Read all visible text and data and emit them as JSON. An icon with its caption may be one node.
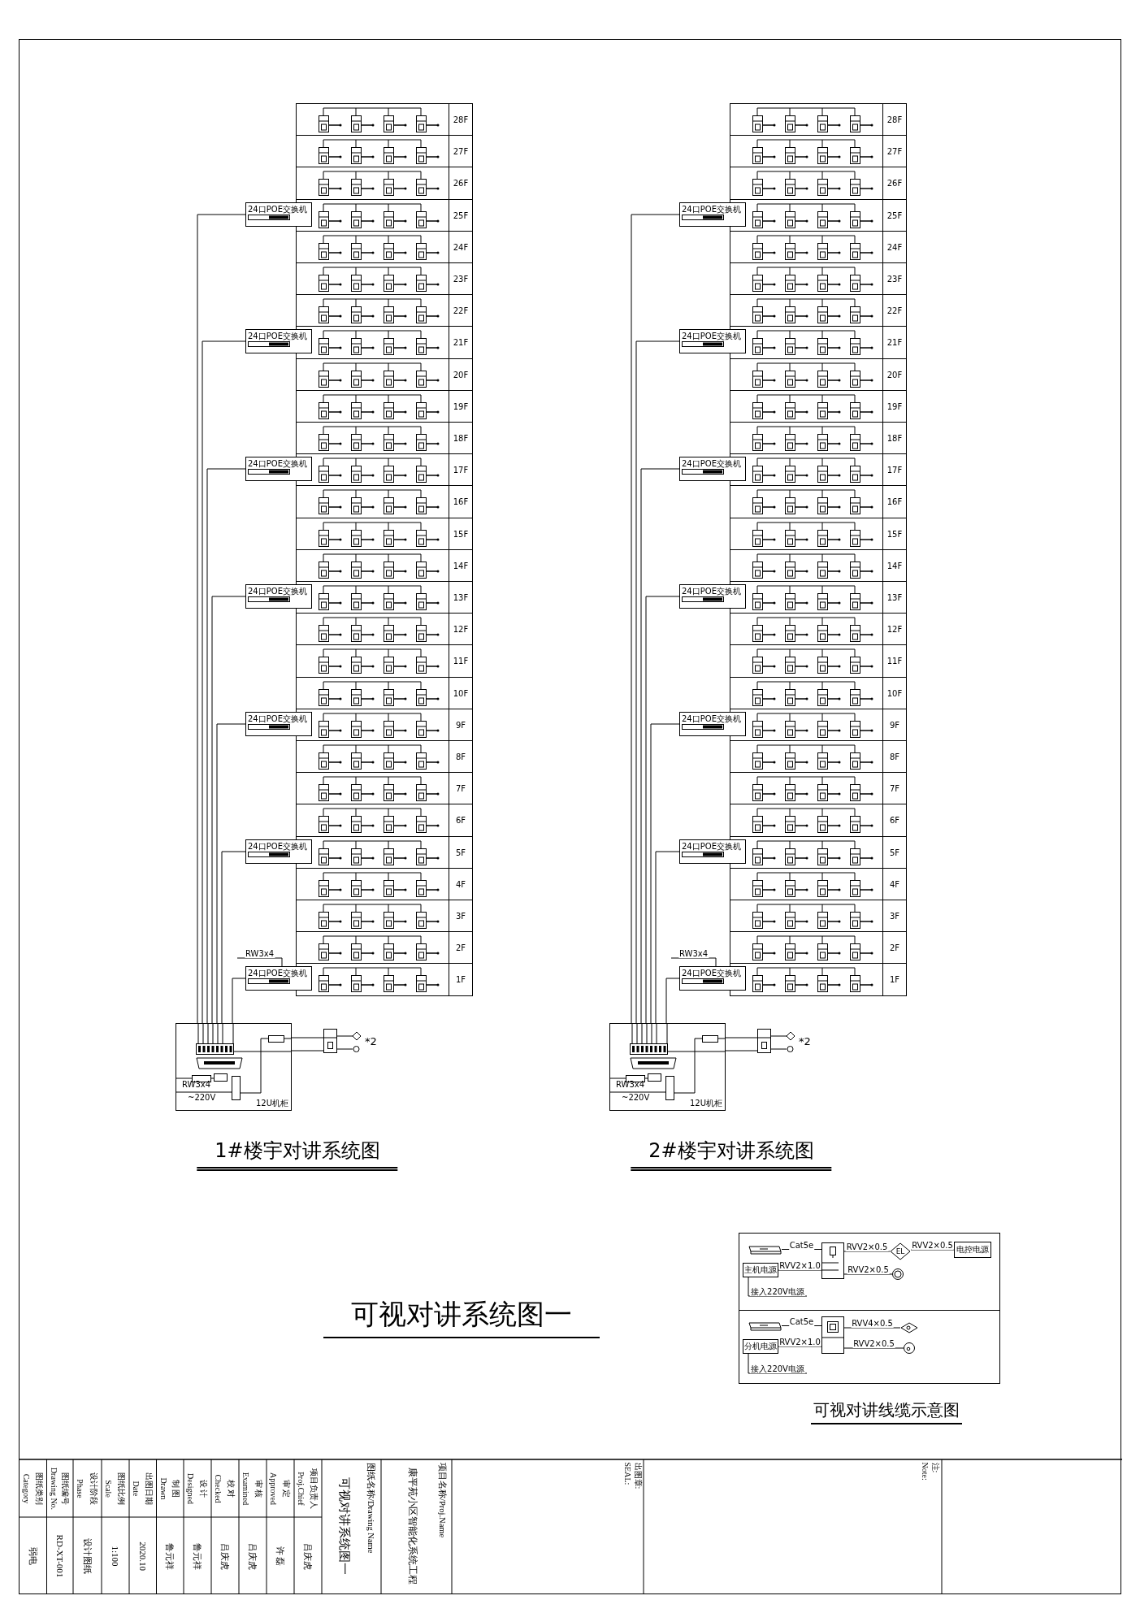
{
  "diagram": {
    "title": "可视对讲系统图一",
    "nodes": [
      {
        "text": [
          "28F"
        ]
      },
      {
        "text": [
          "27F"
        ]
      },
      {
        "text": [
          "26F"
        ]
      },
      {
        "text": [
          "25F"
        ]
      },
      {
        "text": [
          "24F"
        ]
      },
      {
        "text": [
          "23F"
        ]
      },
      {
        "text": [
          "22F"
        ]
      },
      {
        "text": [
          "21F"
        ]
      },
      {
        "text": [
          "20F"
        ]
      },
      {
        "text": [
          "19F"
        ]
      },
      {
        "text": [
          "18F"
        ]
      },
      {
        "text": [
          "17F"
        ]
      },
      {
        "text": [
          "16F"
        ]
      },
      {
        "text": [
          "15F"
        ]
      },
      {
        "text": [
          "14F"
        ]
      },
      {
        "text": [
          "13F"
        ]
      },
      {
        "text": [
          "12F"
        ]
      },
      {
        "text": [
          "11F"
        ]
      },
      {
        "text": [
          "10F"
        ]
      },
      {
        "text": [
          "9F"
        ]
      },
      {
        "text": [
          "8F"
        ]
      },
      {
        "text": [
          "7F"
        ]
      },
      {
        "text": [
          "6F"
        ]
      },
      {
        "text": [
          "5F"
        ]
      },
      {
        "text": [
          "4F"
        ]
      },
      {
        "text": [
          "3F"
        ]
      },
      {
        "text": [
          "2F"
        ]
      },
      {
        "text": [
          "1F"
        ]
      },
      {
        "text": [
          "24口POE交换机"
        ]
      },
      {
        "text": [
          "24口POE交换机"
        ]
      },
      {
        "text": [
          "24口POE交换机"
        ]
      },
      {
        "text": [
          "24口POE交换机"
        ]
      },
      {
        "text": [
          "24口POE交换机"
        ]
      },
      {
        "text": [
          "24口POE交换机"
        ]
      },
      {
        "text": [
          "24口POE交换机"
        ]
      },
      {
        "text": [
          "12U机柜"
        ]
      },
      {
        "text": [],
        "shape": "box",
        "beside": [
          "*2"
        ]
      },
      {
        "text": [
          "28F"
        ]
      },
      {
        "text": [
          "27F"
        ]
      },
      {
        "text": [
          "26F"
        ]
      },
      {
        "text": [
          "25F"
        ]
      },
      {
        "text": [
          "24F"
        ]
      },
      {
        "text": [
          "23F"
        ]
      },
      {
        "text": [
          "22F"
        ]
      },
      {
        "text": [
          "21F"
        ]
      },
      {
        "text": [
          "20F"
        ]
      },
      {
        "text": [
          "19F"
        ]
      },
      {
        "text": [
          "18F"
        ]
      },
      {
        "text": [
          "17F"
        ]
      },
      {
        "text": [
          "16F"
        ]
      },
      {
        "text": [
          "15F"
        ]
      },
      {
        "text": [
          "14F"
        ]
      },
      {
        "text": [
          "13F"
        ]
      },
      {
        "text": [
          "12F"
        ]
      },
      {
        "text": [
          "11F"
        ]
      },
      {
        "text": [
          "10F"
        ]
      },
      {
        "text": [
          "9F"
        ]
      },
      {
        "text": [
          "8F"
        ]
      },
      {
        "text": [
          "7F"
        ]
      },
      {
        "text": [
          "6F"
        ]
      },
      {
        "text": [
          "5F"
        ]
      },
      {
        "text": [
          "4F"
        ]
      },
      {
        "text": [
          "3F"
        ]
      },
      {
        "text": [
          "2F"
        ]
      },
      {
        "text": [
          "1F"
        ]
      },
      {
        "text": [
          "24口POE交换机"
        ]
      },
      {
        "text": [
          "24口POE交换机"
        ]
      },
      {
        "text": [
          "24口POE交换机"
        ]
      },
      {
        "text": [
          "24口POE交换机"
        ]
      },
      {
        "text": [
          "24口POE交换机"
        ]
      },
      {
        "text": [
          "24口POE交换机"
        ]
      },
      {
        "text": [
          "24口POE交换机"
        ]
      },
      {
        "text": [
          "12U机柜"
        ]
      },
      {
        "text": [],
        "shape": "box",
        "beside": [
          "*2"
        ]
      },
      {
        "text": [],
        "shape": "picture"
      },
      {
        "text": [
          "主机电源"
        ]
      },
      {
        "text": [],
        "shape": "box"
      },
      {
        "text": [
          "EL"
        ]
      },
      {
        "text": [
          "电控电源"
        ]
      },
      {
        "text": [],
        "shape": "circle"
      },
      {
        "text": [],
        "shape": "picture"
      },
      {
        "text": [
          "分机电源"
        ]
      },
      {
        "text": [],
        "shape": "box"
      },
      {
        "text": [],
        "shape": "diamond"
      },
      {
        "text": [],
        "shape": "circle"
      }
    ],
    "edges": [
      {
        "from": 28,
        "to": 35,
        "arrow": "none"
      },
      {
        "from": 29,
        "to": 35,
        "arrow": "none"
      },
      {
        "from": 30,
        "to": 35,
        "arrow": "none"
      },
      {
        "from": 31,
        "to": 35,
        "arrow": "none"
      },
      {
        "from": 32,
        "to": 35,
        "arrow": "none"
      },
      {
        "from": 33,
        "to": 35,
        "arrow": "none"
      },
      {
        "from": 34,
        "to": 35,
        "arrow": "none"
      },
      {
        "from": 35,
        "to": 36,
        "arrow": "none"
      },
      {
        "from": 35,
        "to": 36,
        "arrow": "none"
      },
      {
        "from": null,
        "to": 34,
        "arrow": "none",
        "label": "RW3x4"
      },
      {
        "from": 65,
        "to": 72,
        "arrow": "none"
      },
      {
        "from": 66,
        "to": 72,
        "arrow": "none"
      },
      {
        "from": 67,
        "to": 72,
        "arrow": "none"
      },
      {
        "from": 68,
        "to": 72,
        "arrow": "none"
      },
      {
        "from": 69,
        "to": 72,
        "arrow": "none"
      },
      {
        "from": 70,
        "to": 72,
        "arrow": "none"
      },
      {
        "from": 71,
        "to": 72,
        "arrow": "none"
      },
      {
        "from": 72,
        "to": 73,
        "arrow": "none"
      },
      {
        "from": 72,
        "to": 73,
        "arrow": "none"
      },
      {
        "from": null,
        "to": 71,
        "arrow": "none",
        "label": "RW3x4"
      },
      {
        "from": 74,
        "to": 76,
        "arrow": "none",
        "label": "Cat5e"
      },
      {
        "from": 75,
        "to": 76,
        "arrow": "none",
        "label": "RVV2×1.0"
      },
      {
        "from": 75,
        "to": null,
        "arrow": "none",
        "label": "接入220V电源"
      },
      {
        "from": 76,
        "to": 77,
        "arrow": "none",
        "label": "RVV2×0.5"
      },
      {
        "from": 77,
        "to": 78,
        "arrow": "none",
        "label": "RVV2×0.5"
      },
      {
        "from": 76,
        "to": 79,
        "arrow": "none",
        "label": "RVV2×0.5"
      },
      {
        "from": 80,
        "to": 82,
        "arrow": "none",
        "label": "Cat5e"
      },
      {
        "from": 81,
        "to": 82,
        "arrow": "none",
        "label": "RVV2×1.0"
      },
      {
        "from": 81,
        "to": null,
        "arrow": "none",
        "label": "接入220V电源"
      },
      {
        "from": 82,
        "to": 83,
        "arrow": "none",
        "label": "RVV4×0.5"
      },
      {
        "from": 82,
        "to": 84,
        "arrow": "none",
        "label": "RVV2×0.5"
      }
    ],
    "labels": [
      "RW3x4",
      "~220V",
      "RW3x4",
      "~220V",
      "1#楼宇对讲系统图",
      "2#楼宇对讲系统图",
      "可视对讲线缆示意图",
      "图纸类别",
      "Category",
      "弱电",
      "图纸编号",
      "Drawing No.",
      "RD-XT-001",
      "设计阶段",
      "Phase",
      "设计图纸",
      "图纸比例",
      "Scale",
      "1:100",
      "出图日期",
      "Date",
      "2020.10",
      "制 图",
      "Drawn",
      "鲁元祥",
      "设 计",
      "Designed",
      "鲁元祥",
      "校 对",
      "Checked",
      "吕庆虎",
      "审 核",
      "Examined",
      "吕庆虎",
      "审 定",
      "Approved",
      "许 磊",
      "项目负责人",
      "Proj.Chief",
      "吕庆虎",
      "图纸名称/Drawing Name",
      "可视对讲系统图一",
      "项目名称/Proj.Name",
      "康平苑小区智能化系统工程",
      "出图章:",
      "SEAL:",
      "注:",
      "Note:"
    ]
  }
}
